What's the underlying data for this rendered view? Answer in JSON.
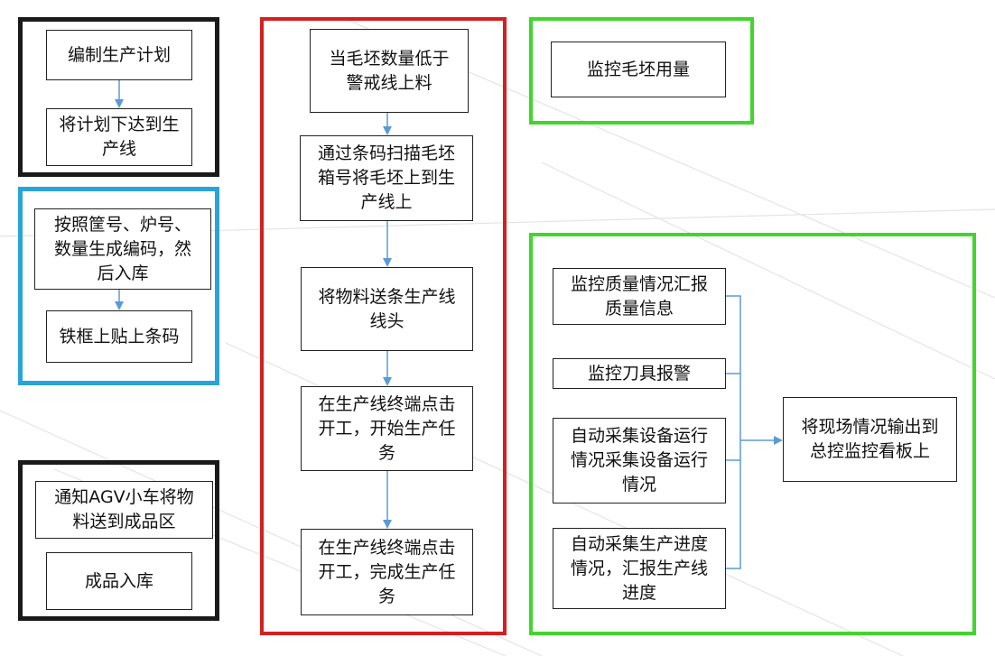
{
  "colors": {
    "group_black": "#1a1a1a",
    "group_blue": "#2aa3db",
    "group_red": "#d4201f",
    "group_green": "#40d62c",
    "arrow": "#5b9bd5"
  },
  "group_a": {
    "step1": "编制生产计划",
    "step2": "将计划下达到生\n产线"
  },
  "group_b": {
    "step1": "按照筐号、炉号、\n数量生成编码，然\n后入库",
    "step2": "铁框上贴上条码"
  },
  "group_c": {
    "step1": "通知AGV小车将物\n料送到成品区",
    "step2": "成品入库"
  },
  "group_d": {
    "step1": "当毛坯数量低于\n警戒线上料",
    "step2": "通过条码扫描毛坯\n箱号将毛坯上到生\n产线上",
    "step3": "将物料送条生产线\n线头",
    "step4": "在生产线终端点击\n开工，开始生产任\n务",
    "step5": "在生产线终端点击\n开工，完成生产任\n务"
  },
  "group_e": {
    "monitor": "监控毛坯用量"
  },
  "group_f": {
    "item1": "监控质量情况汇报\n质量信息",
    "item2": "监控刀具报警",
    "item3": "自动采集设备运行\n情况采集设备运行\n情况",
    "item4": "自动采集生产进度\n情况，汇报生产线\n进度",
    "output": "将现场情况输出到\n总控监控看板上"
  }
}
